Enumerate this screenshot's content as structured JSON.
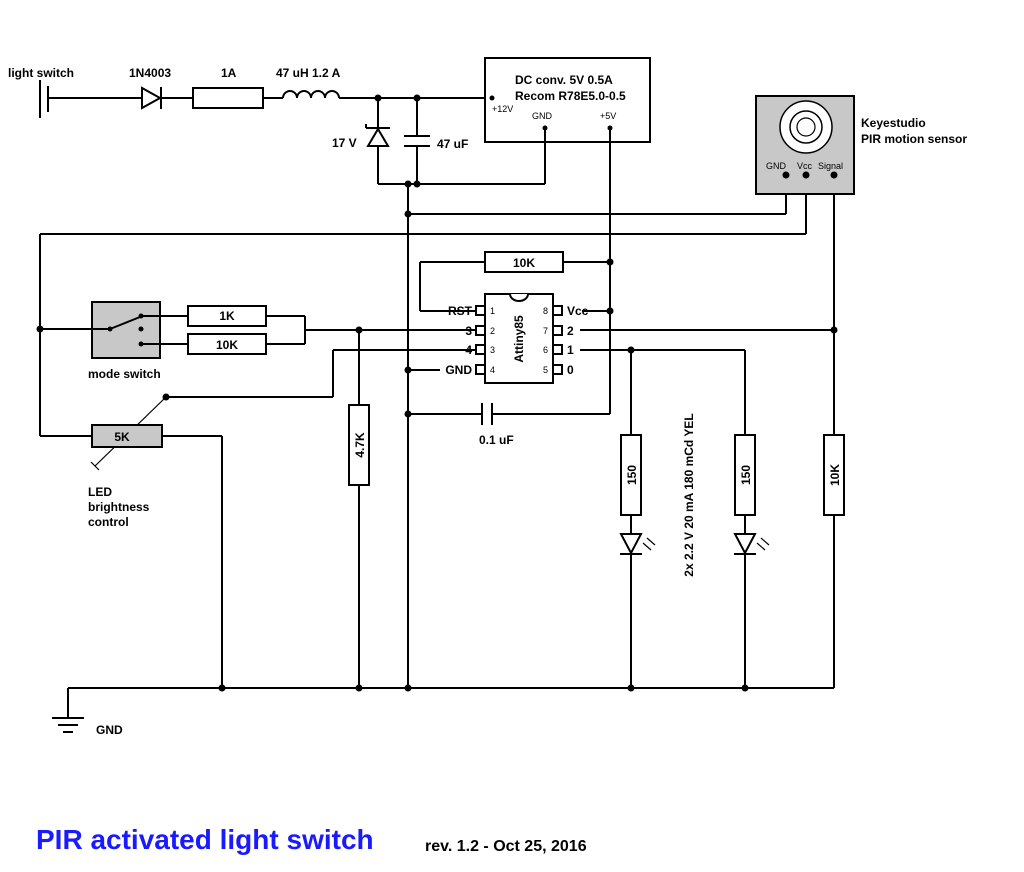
{
  "components": {
    "light_switch": "light switch",
    "diode": "1N4003",
    "fuse": "1A",
    "inductor": "47 uH 1.2 A",
    "zener": "17 V",
    "cap_bulk": "47 uF",
    "dc_converter": {
      "title": "DC  conv. 5V 0.5A",
      "model": "Recom R78E5.0-0.5",
      "pin_in": "+12V",
      "pin_gnd": "GND",
      "pin_out": "+5V"
    },
    "pir": {
      "name": "Keyestudio",
      "desc": "PIR motion sensor",
      "pin_gnd": "GND",
      "pin_vcc": "Vcc",
      "pin_signal": "Signal"
    },
    "r_reset": "10K",
    "r_mode_1": "1K",
    "r_mode_2": "10K",
    "mode_switch": "mode switch",
    "pot": "5K",
    "pot_label": [
      "LED",
      "brightness",
      "control"
    ],
    "r_pulldown": "4.7K",
    "cap_decoupling": "0.1 uF",
    "r_led_1": "150",
    "r_led_2": "150",
    "r_signal": "10K",
    "leds": "2x 2.2 V 20 mA 180 mCd YEL",
    "gnd": "GND",
    "ic": {
      "name": "Attiny85",
      "pins": [
        {
          "num": "1",
          "label": "RST"
        },
        {
          "num": "2",
          "label": "3"
        },
        {
          "num": "3",
          "label": "4"
        },
        {
          "num": "4",
          "label": "GND"
        },
        {
          "num": "5",
          "label": "0"
        },
        {
          "num": "6",
          "label": "1"
        },
        {
          "num": "7",
          "label": "2"
        },
        {
          "num": "8",
          "label": "Vcc"
        }
      ]
    }
  },
  "footer": {
    "title": "PIR activated light switch",
    "revision": "rev. 1.2 - Oct 25, 2016"
  }
}
